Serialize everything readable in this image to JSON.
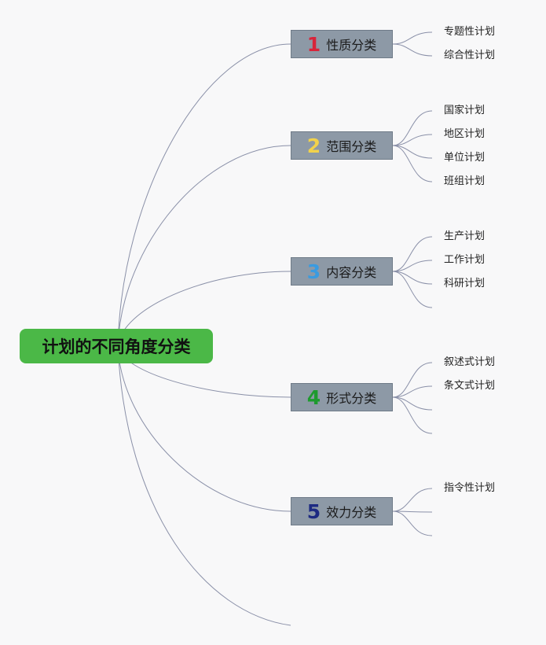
{
  "root": {
    "label": "计划的不同角度分类"
  },
  "branches": [
    {
      "number": "1",
      "number_color": "#d8243a",
      "label": "性质分类",
      "leaves": [
        "专题性计划",
        "综合性计划"
      ]
    },
    {
      "number": "2",
      "number_color": "#f2d24b",
      "label": "范围分类",
      "leaves": [
        "国家计划",
        "地区计划",
        "单位计划",
        "班组计划"
      ]
    },
    {
      "number": "3",
      "number_color": "#3a9be0",
      "label": "内容分类",
      "leaves": [
        "生产计划",
        "工作计划",
        "科研计划",
        ""
      ]
    },
    {
      "number": "4",
      "number_color": "#1e9a2e",
      "label": "形式分类",
      "leaves": [
        "叙述式计划",
        "条文式计划",
        "",
        ""
      ]
    },
    {
      "number": "5",
      "number_color": "#1d2a82",
      "label": "效力分类",
      "leaves": [
        "指令性计划",
        "",
        ""
      ]
    }
  ],
  "colors": {
    "link": "#8a90a8",
    "root_fill": "#4bb847",
    "branch_fill": "#8d99a6"
  }
}
